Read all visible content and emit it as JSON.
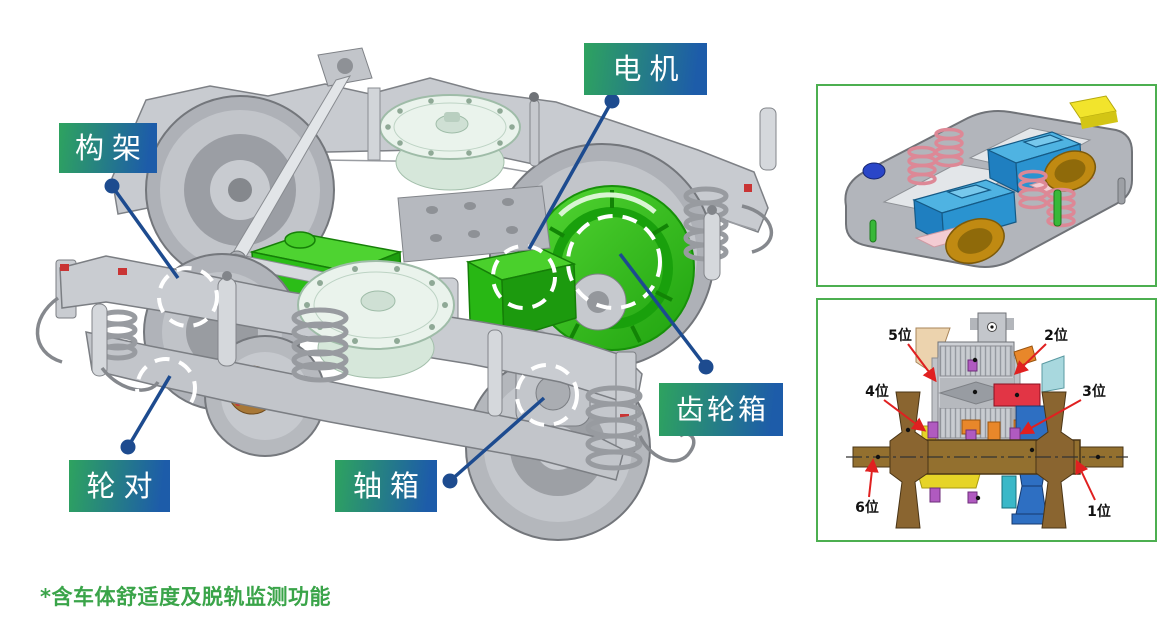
{
  "page": {
    "background": "#ffffff"
  },
  "colors": {
    "label_gradient_start": "#2ea35f",
    "label_gradient_end": "#1d5ca9",
    "label_text": "#ffffff",
    "leader_line": "#1d4b8f",
    "dashed_circle": "#ffffff",
    "panel_border": "#4caf50",
    "footnote_green": "#3aa449",
    "highlight_green_part": "#2fbf18"
  },
  "callouts": {
    "frame": {
      "label": "构架"
    },
    "motor": {
      "label": "电机"
    },
    "gearbox": {
      "label": "齿轮箱"
    },
    "wheelset": {
      "label": "轮对"
    },
    "axlebox": {
      "label": "轴箱"
    }
  },
  "side_panels": {
    "axle_positions": {
      "p1": "1位",
      "p2": "2位",
      "p3": "3位",
      "p4": "4位",
      "p5": "5位",
      "p6": "6位"
    }
  },
  "footnote": {
    "text": "*含车体舒适度及脱轨监测功能"
  }
}
